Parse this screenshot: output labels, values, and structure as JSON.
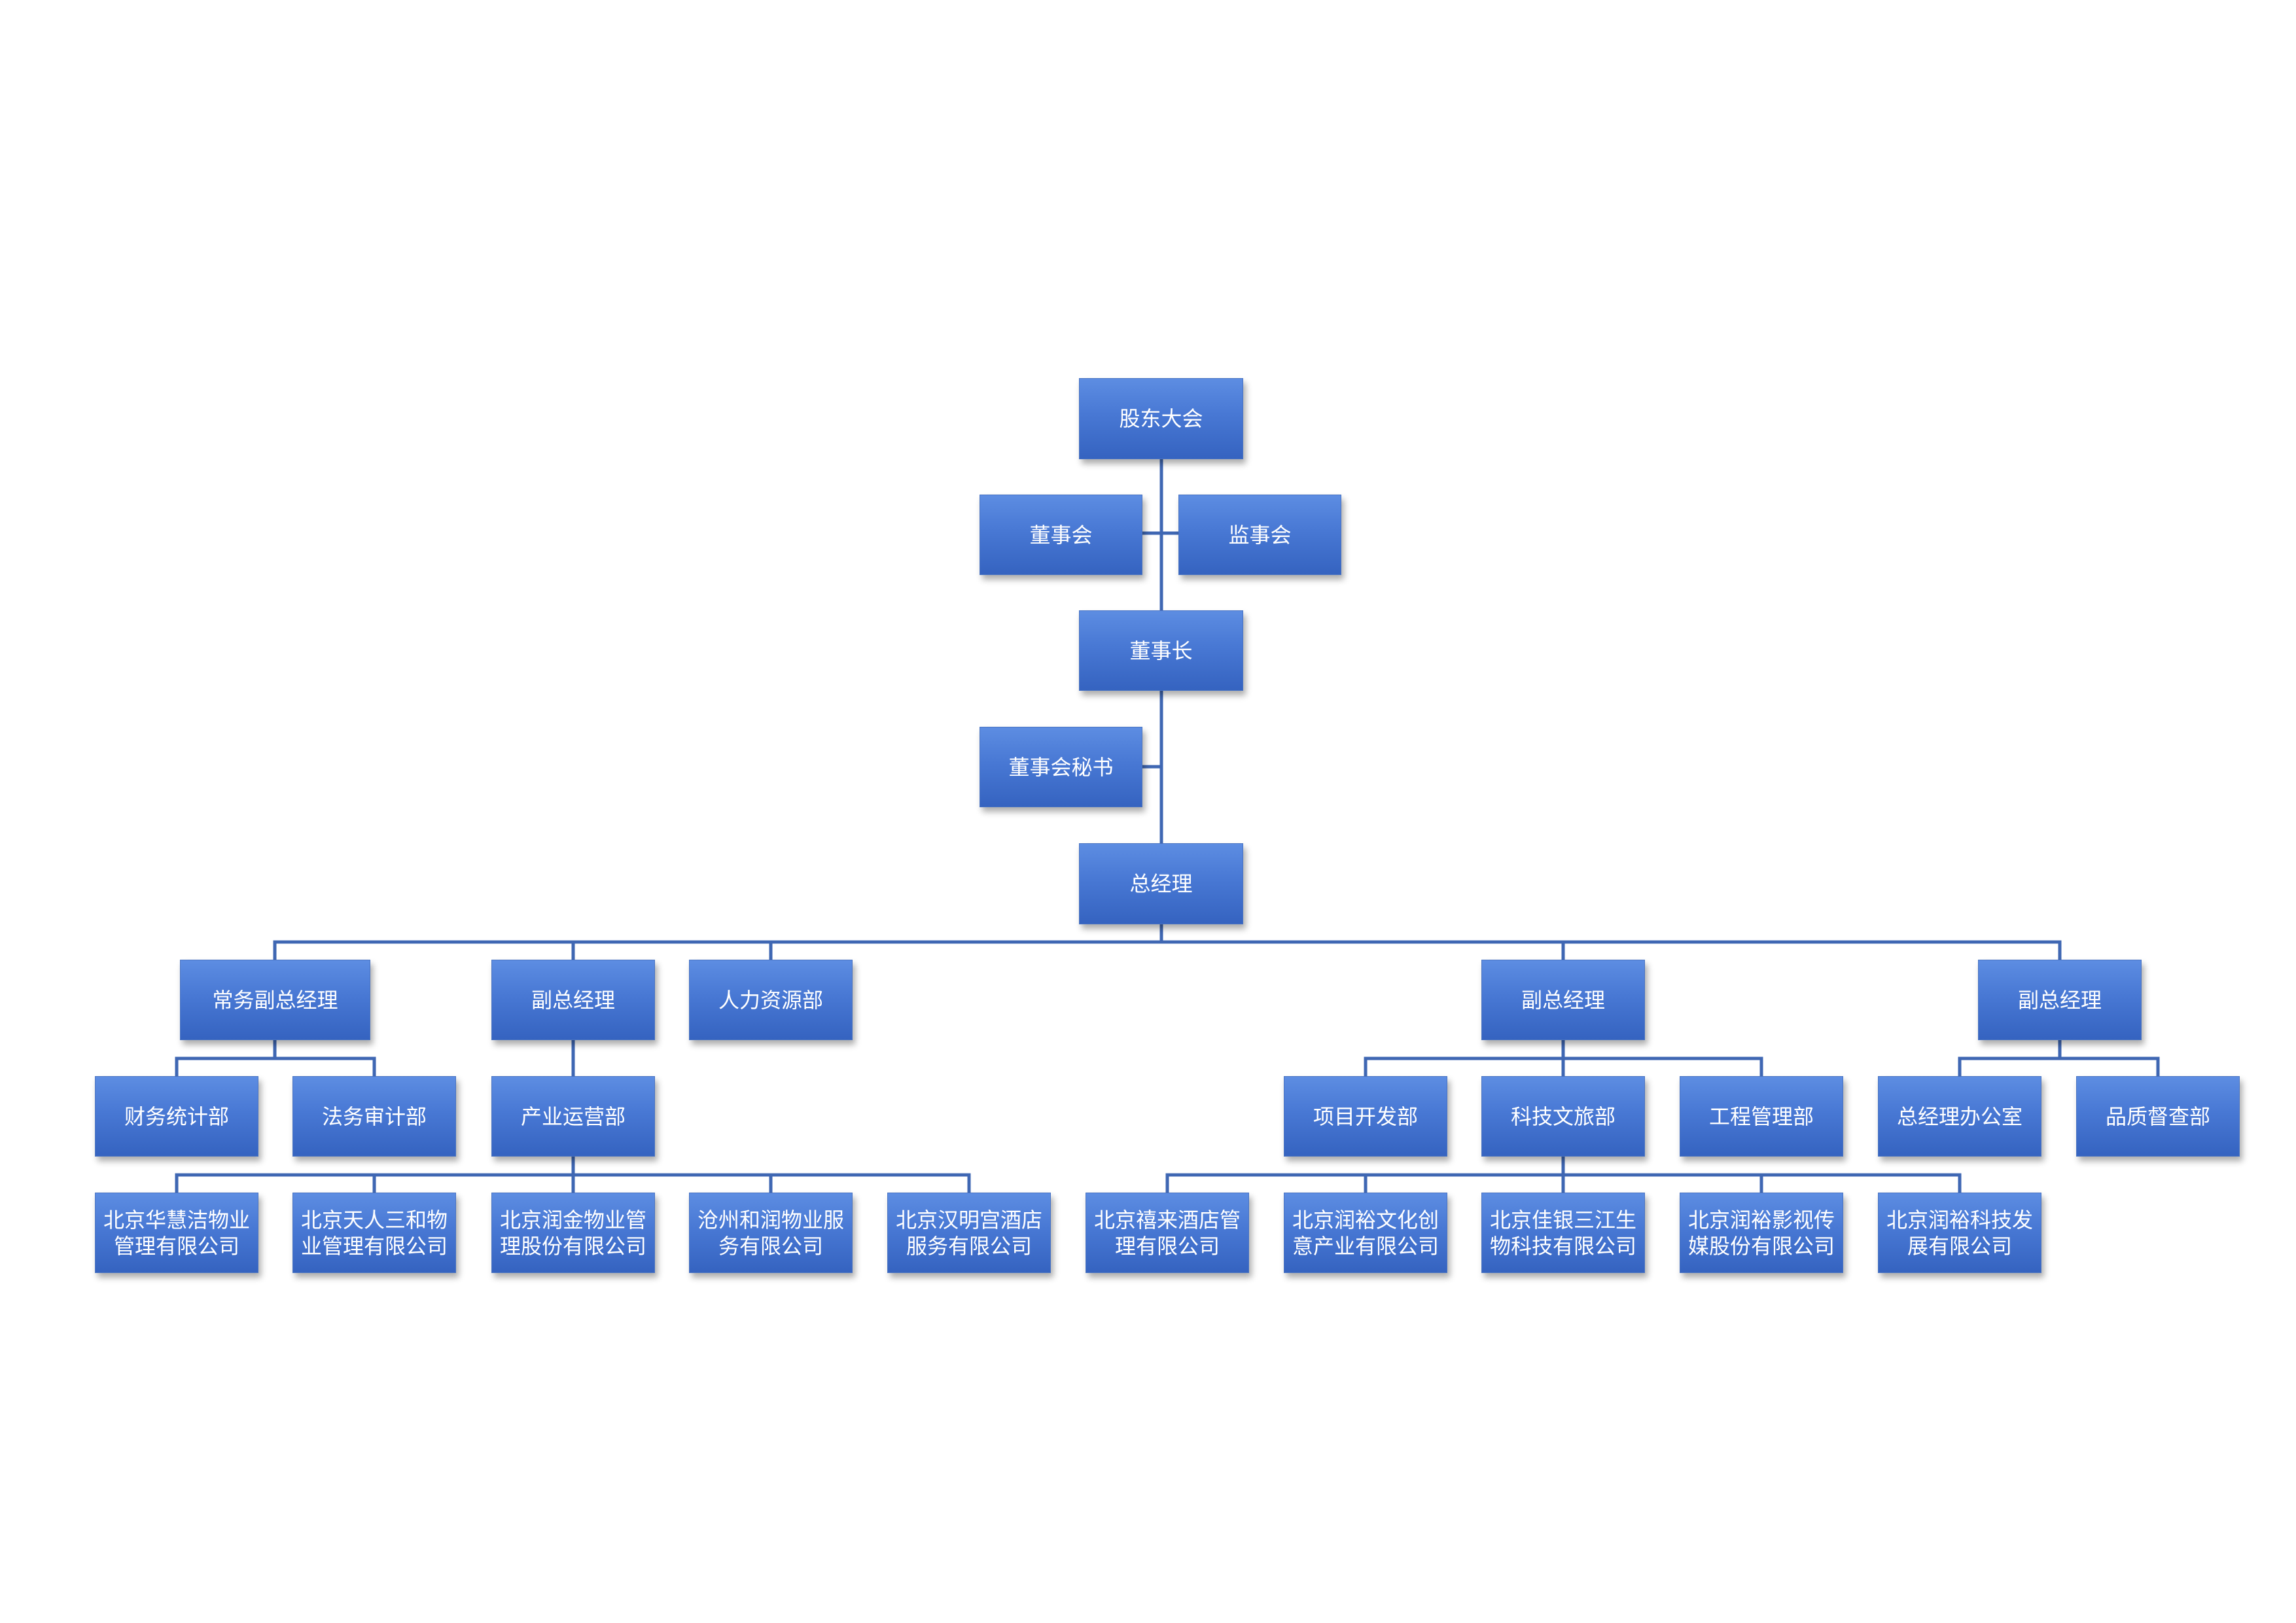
{
  "nodes": {
    "shareholders": "股东大会",
    "board": "董事会",
    "supervisors": "监事会",
    "chairman": "董事长",
    "board_secretary": "董事会秘书",
    "general_manager": "总经理",
    "exec_vice_gm": "常务副总经理",
    "vice_gm_1": "副总经理",
    "hr": "人力资源部",
    "vice_gm_2": "副总经理",
    "vice_gm_3": "副总经理",
    "finance": "财务统计部",
    "legal_audit": "法务审计部",
    "industry_ops": "产业运营部",
    "project_dev": "项目开发部",
    "tech_culture_tourism": "科技文旅部",
    "engineering_mgmt": "工程管理部",
    "gm_office": "总经理办公室",
    "quality_supervision": "品质督查部",
    "co_huahuijie": "北京华慧洁物业\n管理有限公司",
    "co_tianrensanhe": "北京天人三和物\n业管理有限公司",
    "co_runjin": "北京润金物业管\n理股份有限公司",
    "co_cangzhou": "沧州和润物业服\n务有限公司",
    "co_hanminggong": "北京汉明宫酒店\n服务有限公司",
    "co_xilai": "北京禧来酒店管\n理有限公司",
    "co_runyu_culture": "北京润裕文化创\n意产业有限公司",
    "co_jiayin": "北京佳银三江生\n物科技有限公司",
    "co_runyu_film": "北京润裕影视传\n媒股份有限公司",
    "co_runyu_tech": "北京润裕科技发\n展有限公司"
  }
}
